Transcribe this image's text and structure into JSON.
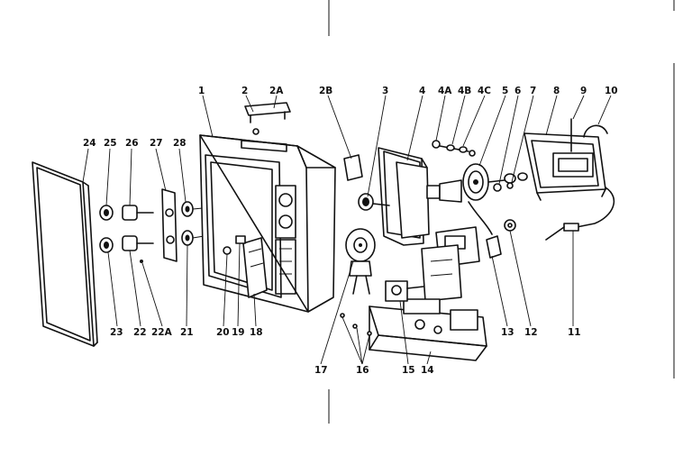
{
  "diagram": {
    "labels": [
      "1",
      "2",
      "2A",
      "2B",
      "3",
      "4",
      "4A",
      "4B",
      "4C",
      "5",
      "6",
      "7",
      "8",
      "9",
      "10",
      "11",
      "12",
      "13",
      "14",
      "15",
      "16",
      "17",
      "18",
      "19",
      "20",
      "21",
      "22",
      "22A",
      "23",
      "24",
      "25",
      "26",
      "27",
      "28"
    ],
    "colors": {
      "ink": "#111111",
      "paper": "#ffffff"
    }
  }
}
